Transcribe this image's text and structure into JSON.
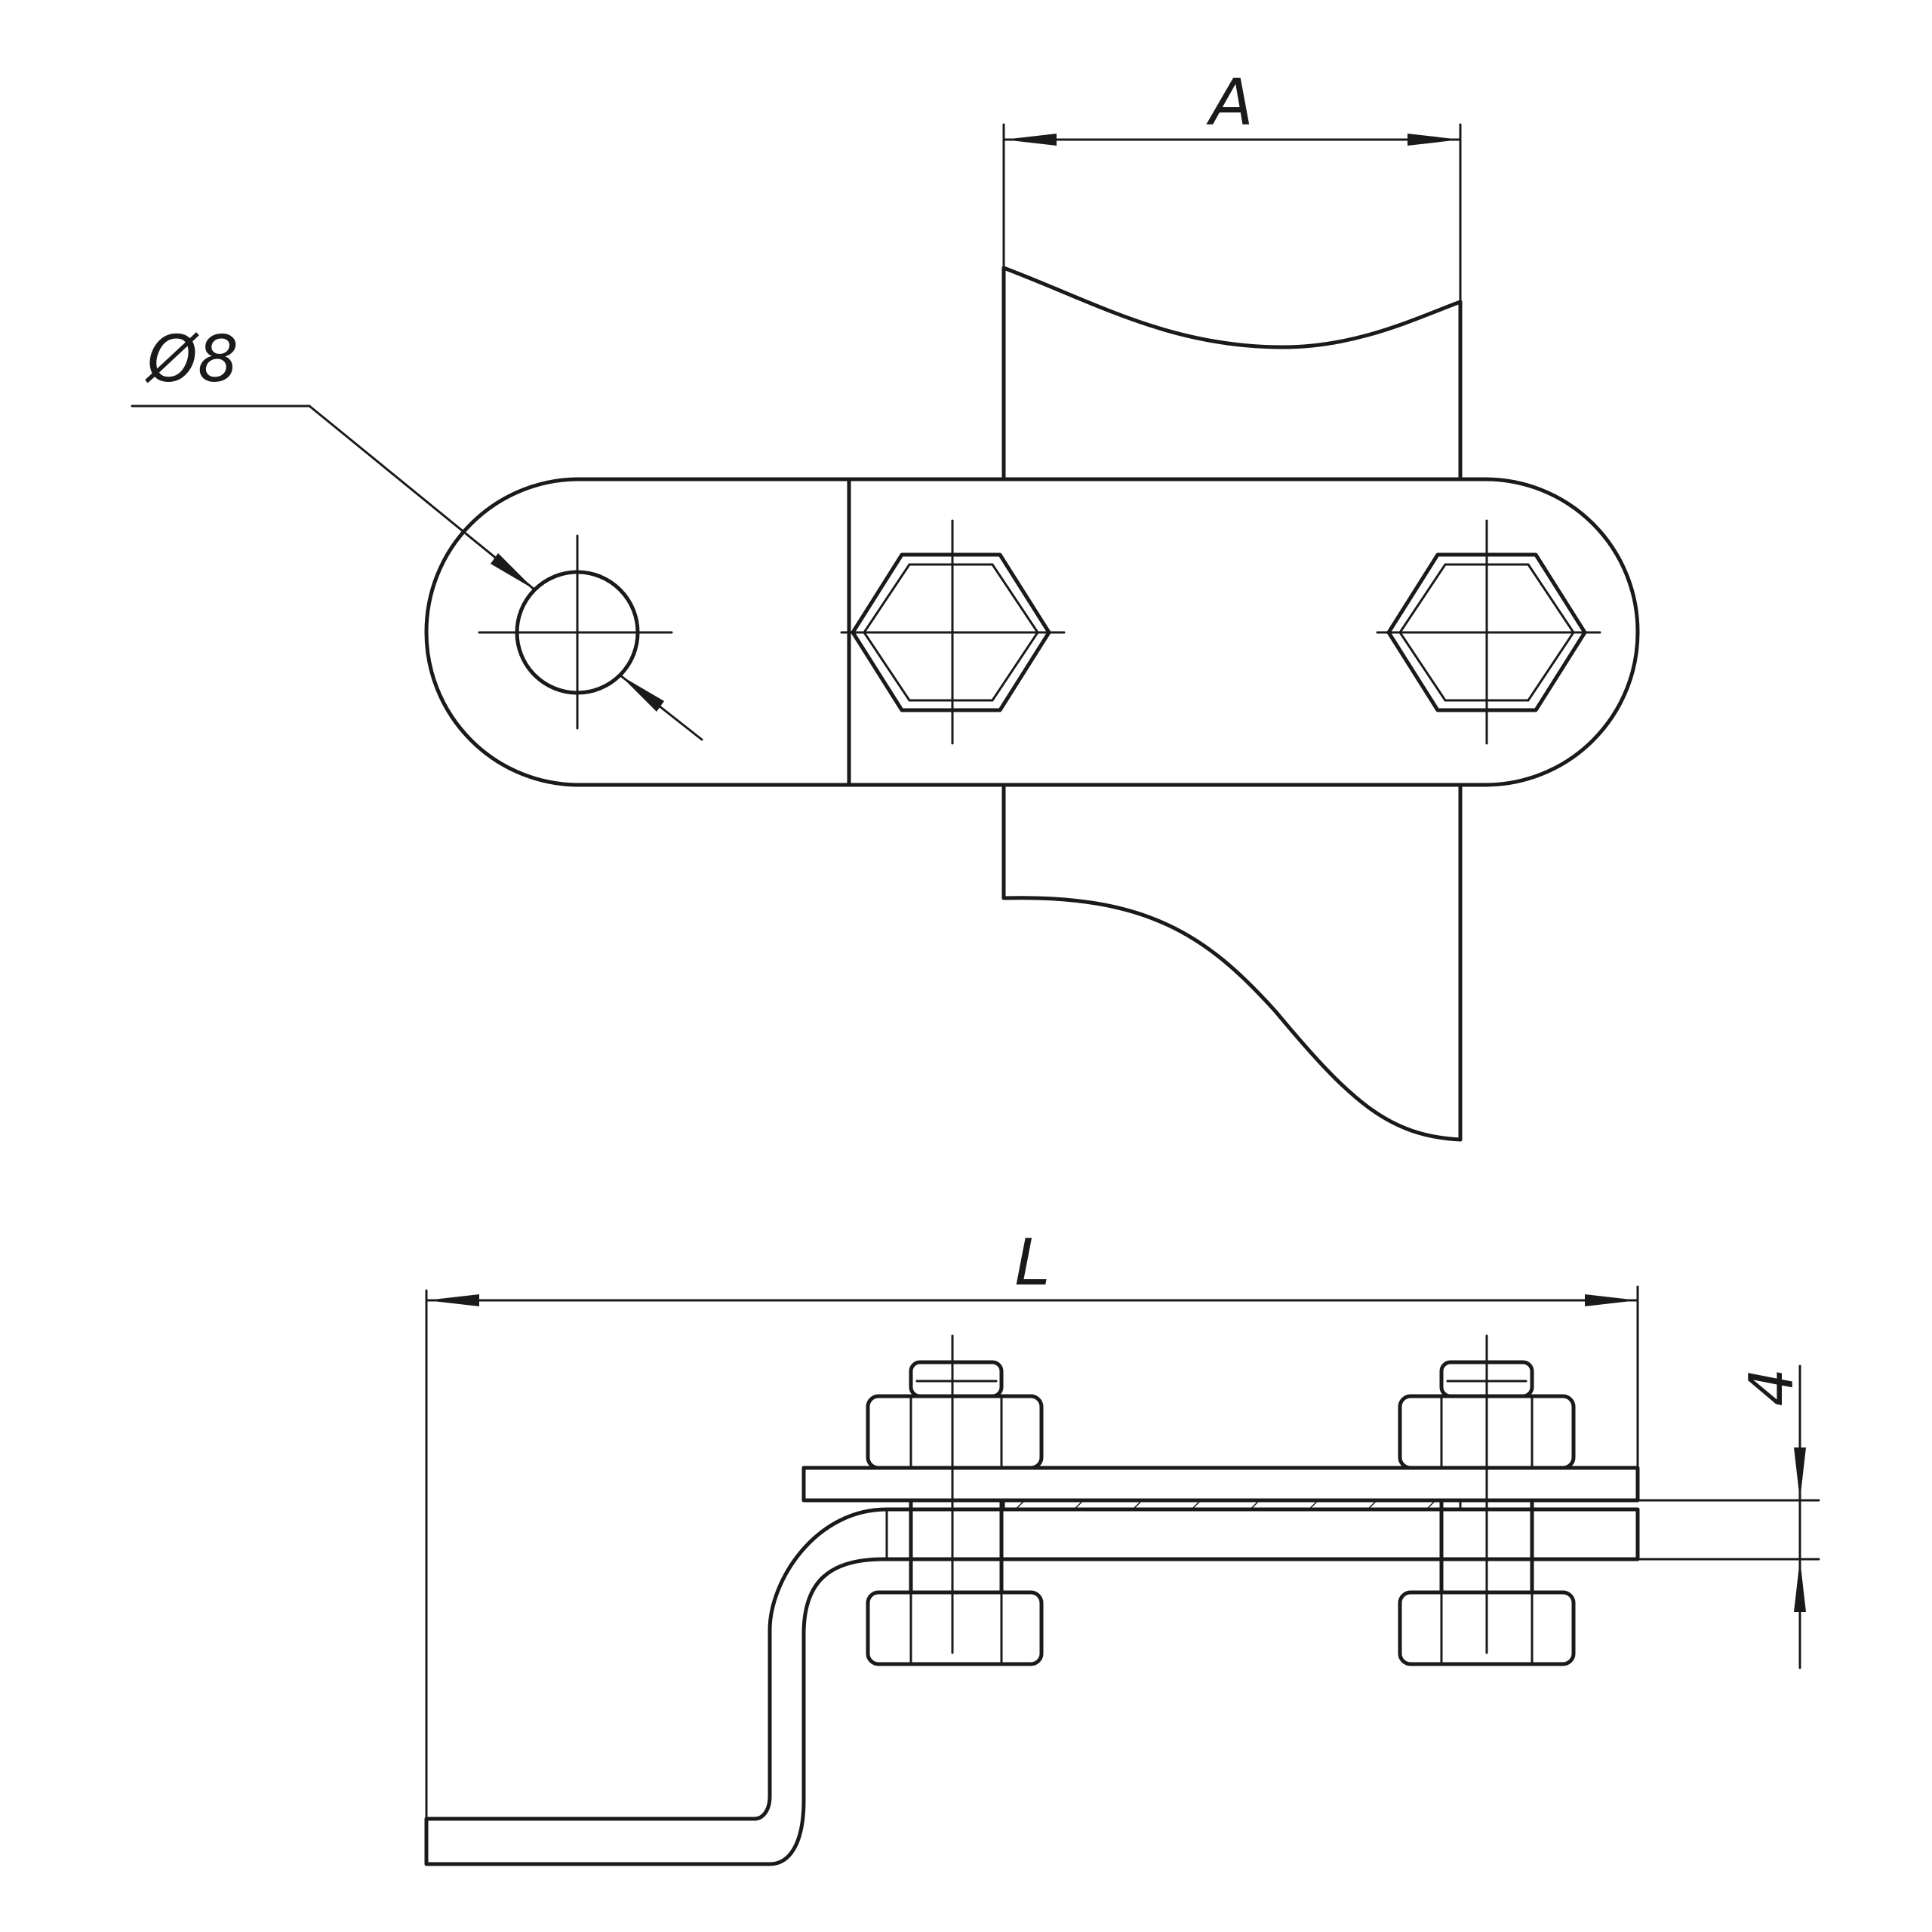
{
  "dimensions": {
    "width_label": "A",
    "hole_label": "Ø8",
    "length_label": "L",
    "thickness_label": "4"
  },
  "colors": {
    "ink": "#1a1a1a",
    "paper": "#ffffff"
  }
}
